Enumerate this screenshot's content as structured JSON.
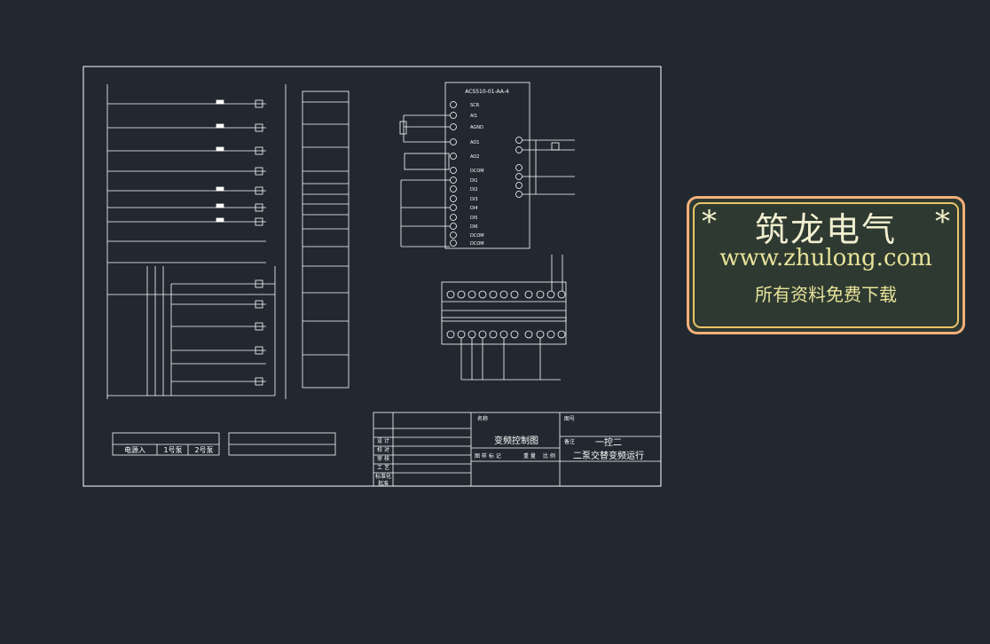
{
  "vfd": {
    "model": "ACS510-01-AA-4",
    "terminals": [
      "SCR",
      "AI1",
      "AGND",
      "AO1",
      "AO2",
      "DCOM",
      "DI1",
      "DI2",
      "DI3",
      "DI4",
      "DI5",
      "DI6",
      "DCOM",
      "DCOM"
    ]
  },
  "legend": {
    "power": "电源入",
    "pump1": "1号泵",
    "pump2": "2号泵"
  },
  "title_block": {
    "drawing_title": "变频控制图",
    "desc_line1": "一控二",
    "desc_line2": "二泵交替变频运行",
    "labels": [
      "设 计",
      "校 对",
      "审 核",
      "工 艺",
      "标准化",
      "批准"
    ],
    "small_labels": [
      "名称",
      "图号",
      "备注",
      "图 样 标 记",
      "重 量",
      "比 例"
    ]
  },
  "watermark": {
    "brand": "筑龙电气",
    "url": "www.zhulong.com",
    "tagline": "所有资料免费下载",
    "star": "*"
  },
  "colors": {
    "background": "#212830",
    "line": "#ffffff",
    "frame_red": "#c8635b",
    "watermark_border": "#f3b07a"
  }
}
